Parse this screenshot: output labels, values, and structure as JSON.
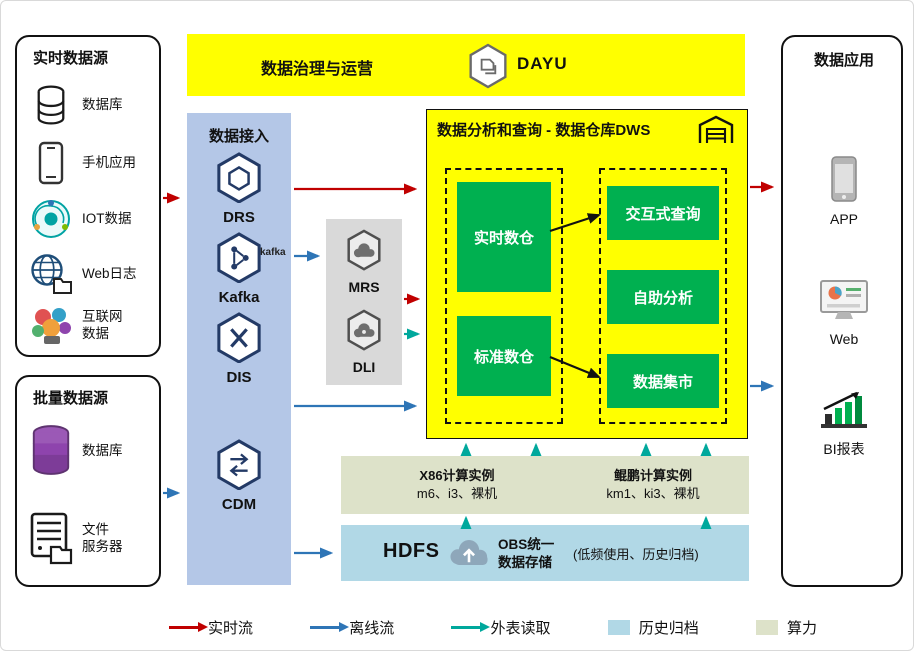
{
  "colors": {
    "accent_yellow": "#ffff00",
    "ingest_blue": "#b4c7e7",
    "service_gray": "#d9d9d9",
    "warehouse_green": "#00b050",
    "compute_olive": "#dde2c9",
    "storage_blue": "#b1d8e6",
    "realtime_flow": "#c00000",
    "offline_flow": "#2e75b6",
    "external_read": "#00a89c"
  },
  "realtime_sources": {
    "title": "实时数据源",
    "items": [
      {
        "label": "数据库"
      },
      {
        "label": "手机应用"
      },
      {
        "label": "IOT数据"
      },
      {
        "label": "Web日志"
      },
      {
        "label": "互联网\n数据"
      }
    ]
  },
  "batch_sources": {
    "title": "批量数据源",
    "items": [
      {
        "label": "数据库"
      },
      {
        "label": "文件\n服务器"
      }
    ]
  },
  "governance": {
    "title": "数据治理与运营",
    "logo_text": "DAYU"
  },
  "ingestion": {
    "title": "数据接入",
    "items": [
      {
        "label": "DRS"
      },
      {
        "label": "Kafka",
        "icon_text": "kafka"
      },
      {
        "label": "DIS"
      },
      {
        "label": "CDM"
      }
    ]
  },
  "services": {
    "items": [
      {
        "label": "MRS"
      },
      {
        "label": "DLI"
      }
    ]
  },
  "dws": {
    "title": "数据分析和查询 - 数据仓库DWS",
    "warehouses": [
      {
        "label": "实时数仓"
      },
      {
        "label": "标准数仓"
      }
    ],
    "queries": [
      {
        "label": "交互式查询"
      },
      {
        "label": "自助分析"
      },
      {
        "label": "数据集市"
      }
    ]
  },
  "compute": {
    "x86": {
      "title": "X86计算实例",
      "spec": "m6、i3、裸机"
    },
    "kunpeng": {
      "title": "鲲鹏计算实例",
      "spec": "km1、ki3、裸机"
    }
  },
  "storage": {
    "hdfs_label": "HDFS",
    "obs_label": "OBS统一\n数据存储",
    "obs_note": "(低频使用、历史归档)"
  },
  "applications": {
    "title": "数据应用",
    "items": [
      {
        "label": "APP"
      },
      {
        "label": "Web"
      },
      {
        "label": "BI报表"
      }
    ]
  },
  "legend": {
    "items": [
      {
        "label": "实时流",
        "swatch": "arrow-red"
      },
      {
        "label": "离线流",
        "swatch": "arrow-blue"
      },
      {
        "label": "外表读取",
        "swatch": "arrow-teal"
      },
      {
        "label": "历史归档",
        "swatch": "square-blue"
      },
      {
        "label": "算力",
        "swatch": "square-olive"
      }
    ]
  }
}
